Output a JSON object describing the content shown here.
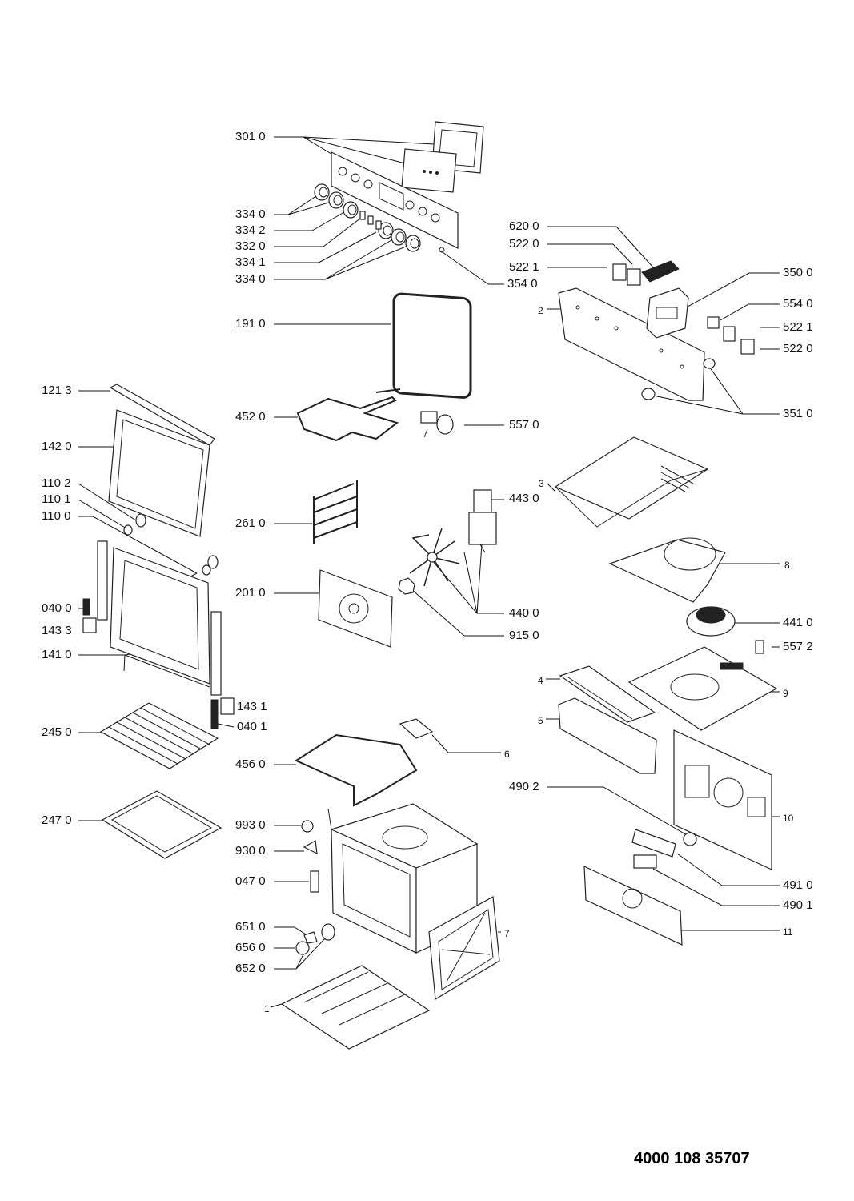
{
  "document_number": "4000 108 35707",
  "labels": {
    "l3010": "301 0",
    "l3340a": "334 0",
    "l3342": "334 2",
    "l3320": "332 0",
    "l3341": "334 1",
    "l3340b": "334 0",
    "l3540": "354 0",
    "l6200": "620 0",
    "l5220a": "522 0",
    "l5221a": "522 1",
    "l3500": "350 0",
    "l2": "2",
    "l5540": "554 0",
    "l5221b": "522 1",
    "l5220b": "522 0",
    "l1910": "191 0",
    "l1213": "121 3",
    "l4520": "452 0",
    "l5570": "557 0",
    "l3510": "351 0",
    "l1420": "142 0",
    "l3": "3",
    "l1102": "110 2",
    "l4430": "443 0",
    "l1101": "110 1",
    "l1100": "110 0",
    "l2610": "261 0",
    "l8": "8",
    "l2010": "201 0",
    "l0400a": "040 0",
    "l4400": "440 0",
    "l4410": "441 0",
    "l1433": "143 3",
    "l9150": "915 0",
    "l5572": "557 2",
    "l1410": "141 0",
    "l4": "4",
    "l9": "9",
    "l1431": "143 1",
    "l2450": "245 0",
    "l0401": "040 1",
    "l5": "5",
    "l6": "6",
    "l4560": "456 0",
    "l4902": "490 2",
    "l2470": "247 0",
    "l10": "10",
    "l9930": "993 0",
    "l9300": "930 0",
    "l0470": "047 0",
    "l4910": "491 0",
    "l4901": "490 1",
    "l6510": "651 0",
    "l7": "7",
    "l11": "11",
    "l6560": "656 0",
    "l6520": "652 0",
    "l1": "1"
  }
}
